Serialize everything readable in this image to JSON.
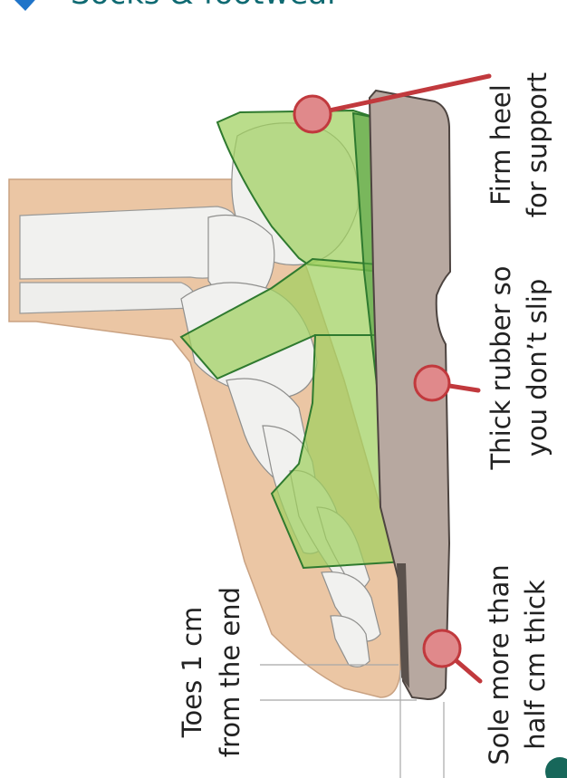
{
  "header": {
    "title": "Socks & footwear",
    "accent_color": "#1f74c9"
  },
  "callouts": {
    "heel": {
      "line1": "Firm heel",
      "line2": "for support"
    },
    "rubber": {
      "line1": "Thick rubber so",
      "line2": "you don’t slip"
    },
    "sole": {
      "line1": "Sole more than",
      "line2": "half cm thick"
    },
    "toes": {
      "line1": "Toes 1 cm",
      "line2": "from the end"
    }
  },
  "colors": {
    "skin": "#ebc6a4",
    "bone": "#f1f1ef",
    "shoe_fill": "#9fd05e",
    "shoe_line": "#2f7a2f",
    "sole": "#b7a8a0",
    "marker_fill": "#e0898b",
    "marker_line": "#c1393d",
    "guide_line": "#a8a8a8"
  }
}
